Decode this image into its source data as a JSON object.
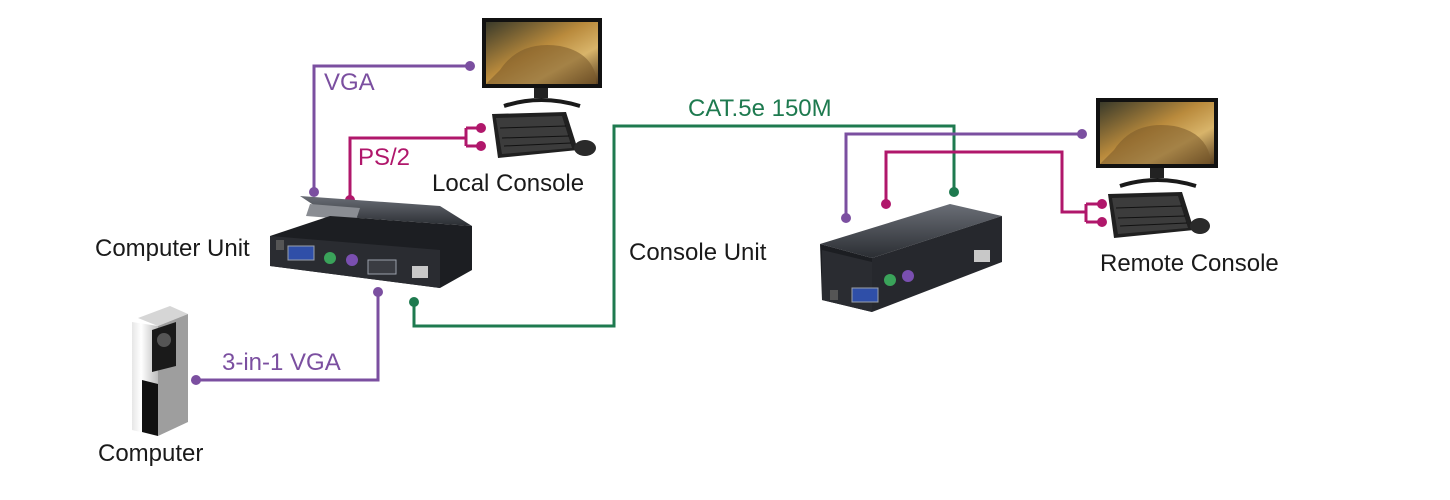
{
  "labels": {
    "local_console": "Local Console",
    "computer_unit": "Computer Unit",
    "computer": "Computer",
    "console_unit": "Console Unit",
    "remote_console": "Remote Console"
  },
  "cables": {
    "vga": "VGA",
    "ps2": "PS/2",
    "three_in_one_vga": "3-in-1 VGA",
    "cat5e": "CAT.5e 150M"
  },
  "colors": {
    "vga": "#7b4fa0",
    "ps2": "#b0176b",
    "cat5e": "#1e7a4f",
    "label": "#1a1a1a"
  },
  "icons": {
    "local_monitor": "monitor-icon",
    "local_keyboard": "keyboard-mouse-icon",
    "remote_monitor": "monitor-icon",
    "remote_keyboard": "keyboard-mouse-icon",
    "computer_unit": "kvm-extender-icon",
    "console_unit": "kvm-extender-icon",
    "computer": "pc-tower-icon"
  }
}
